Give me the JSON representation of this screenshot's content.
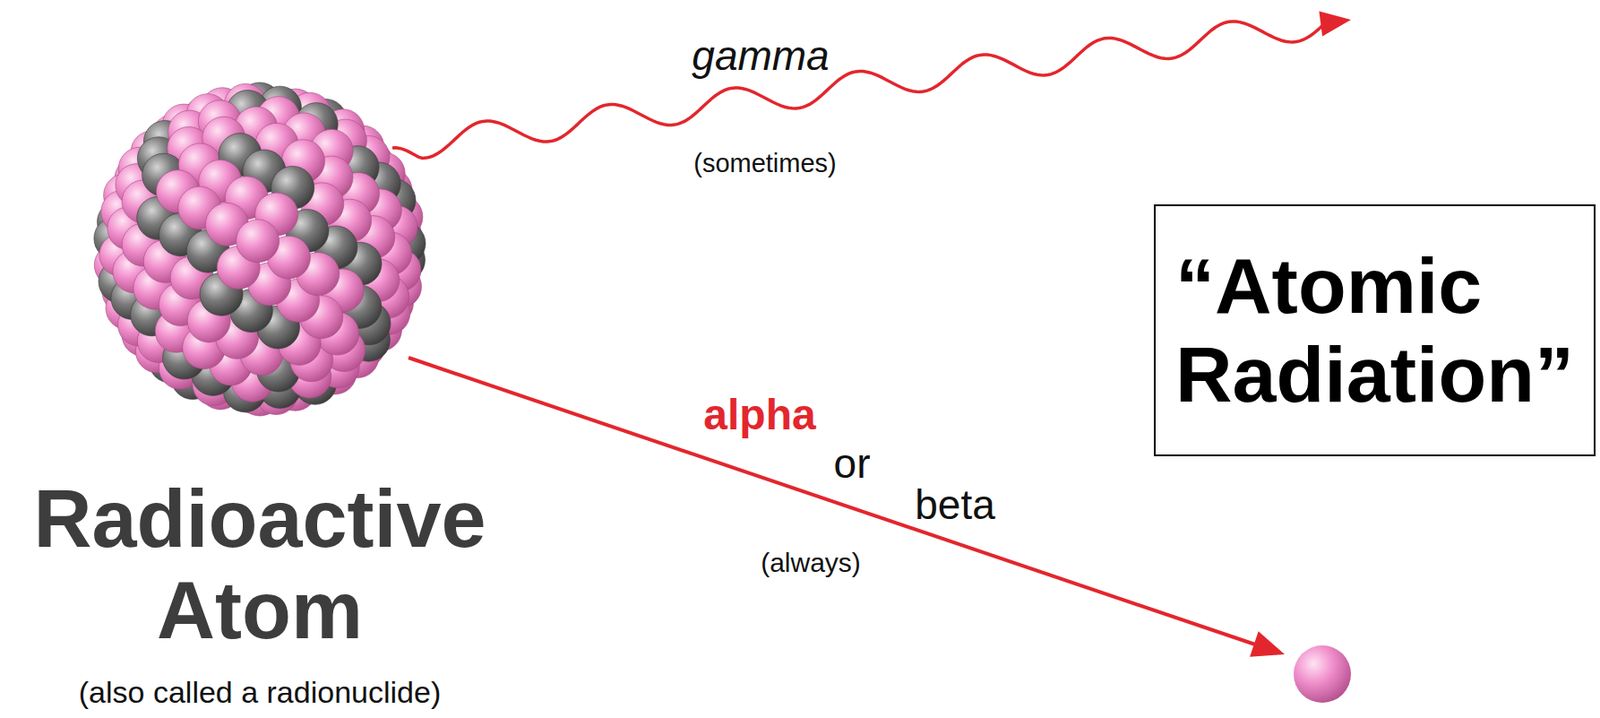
{
  "diagram": {
    "nodes": [
      {
        "text": [
          "“Atomic Radiation”"
        ]
      }
    ],
    "labels": [
      "gamma",
      "(sometimes)",
      "alpha",
      "or",
      "beta",
      "(always)",
      "Radioactive Atom",
      "(also called a radionuclide)"
    ]
  }
}
